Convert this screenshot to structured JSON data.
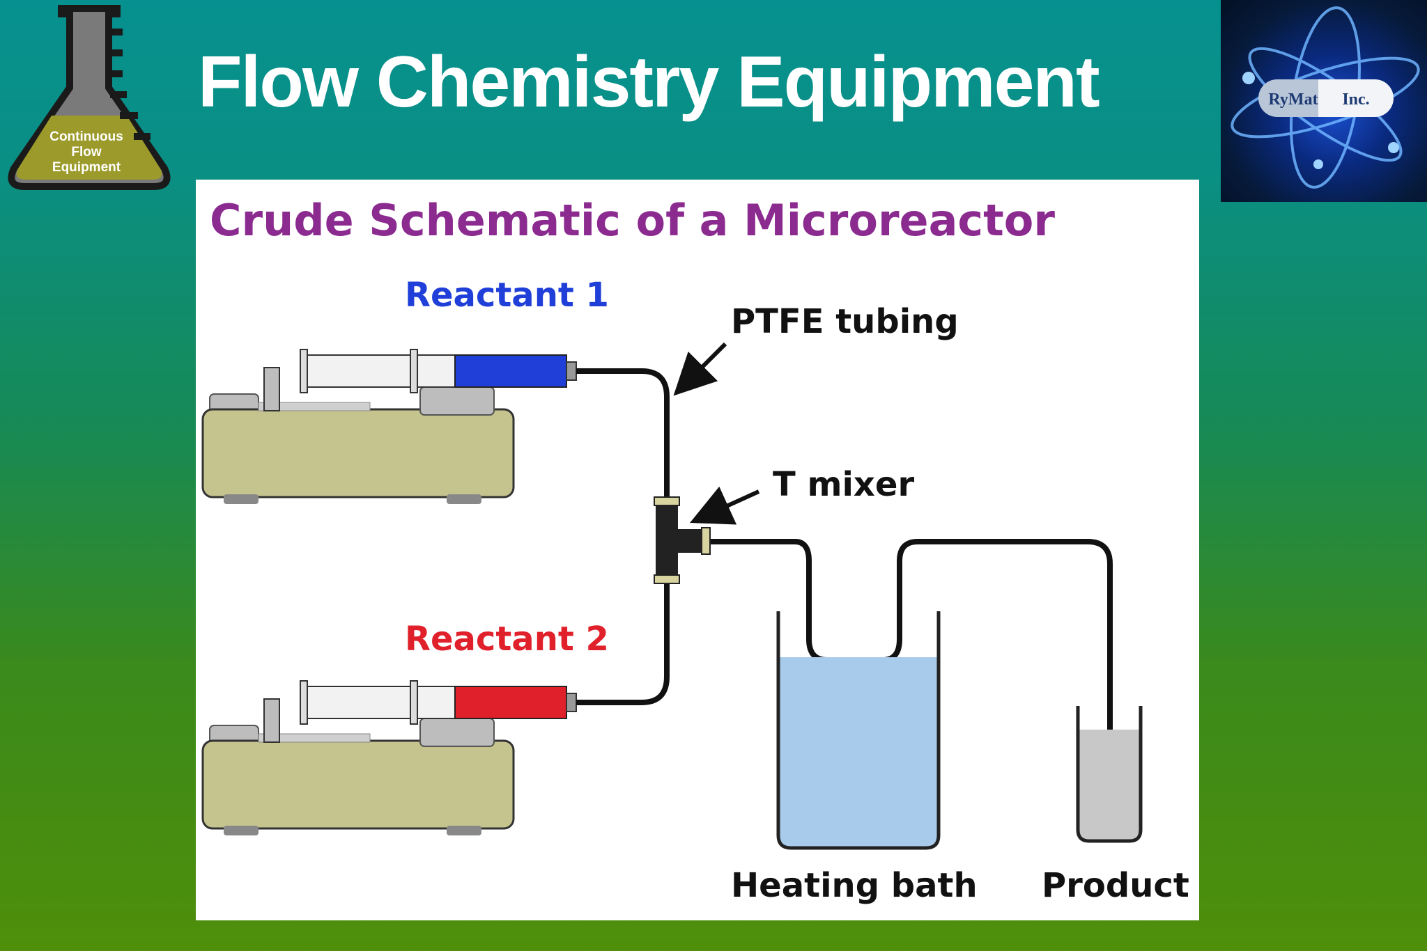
{
  "slide": {
    "title": "Flow Chemistry Equipment"
  },
  "flask_logo": {
    "lines": [
      "Continuous",
      "Flow",
      "Equipment"
    ],
    "liquid_color": "#9c9a2a"
  },
  "company_logo": {
    "text_left": "RyMat",
    "text_right": "Inc."
  },
  "diagram": {
    "title": "Crude Schematic of a Microreactor",
    "labels": {
      "reactant1": "Reactant 1",
      "reactant2": "Reactant 2",
      "ptfe": "PTFE tubing",
      "tmixer": "T mixer",
      "bath": "Heating bath",
      "product": "Product"
    },
    "colors": {
      "title": "#8b2a8f",
      "reactant1": "#1f3fd8",
      "reactant2": "#e0202a",
      "pump_body": "#c6c48e",
      "bath_liquid": "#a8cbec",
      "product_liquid": "#c8c8c8"
    }
  }
}
